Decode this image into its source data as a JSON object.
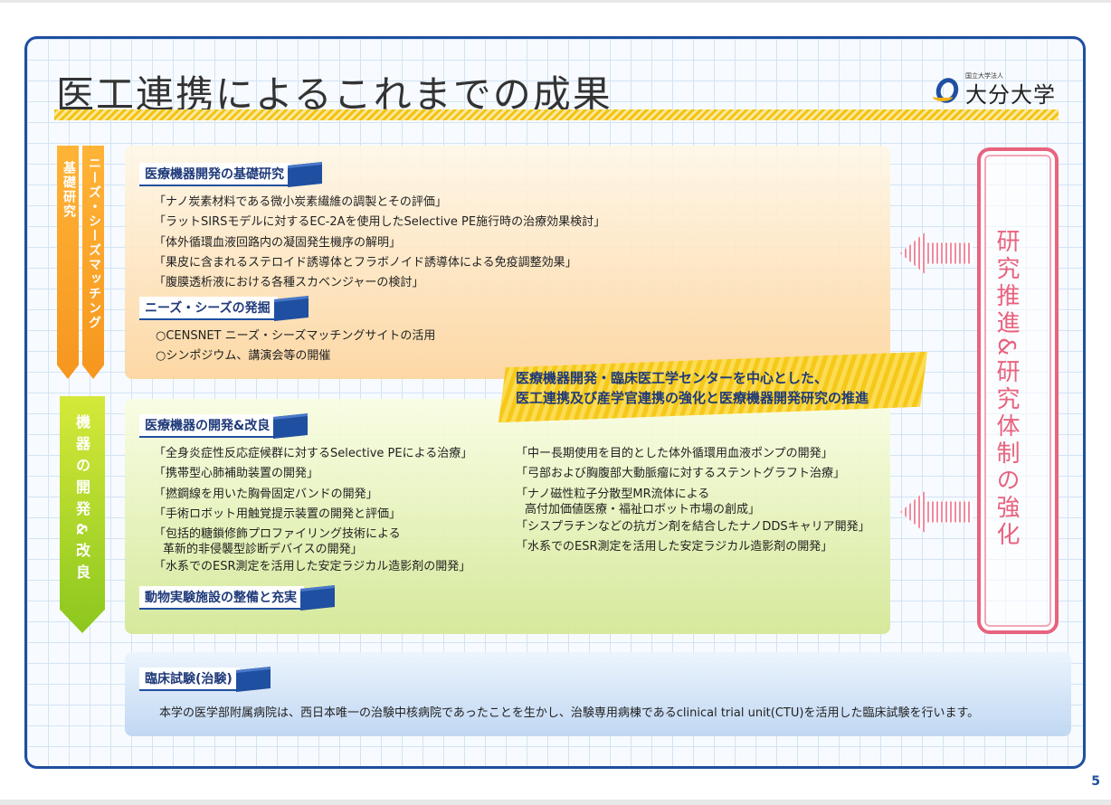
{
  "title": "医工連携によるこれまでの成果",
  "logo": {
    "small_text": "国立大学法人",
    "name": "大分大学"
  },
  "side_labels": {
    "kiso": "基礎研究",
    "needs": "ニーズ・シーズマッチング",
    "kiki": "機器の開発&改良"
  },
  "sections": {
    "basic": {
      "header": "医療機器開発の基礎研究",
      "items": [
        "「ナノ炭素材料である微小炭素繊維の調製とその評価」",
        "「ラットSIRSモデルに対するEC-2Aを使用したSelective PE施行時の治療効果検討」",
        "「体外循環血液回路内の凝固発生機序の解明」",
        "「果皮に含まれるステロイド誘導体とフラボノイド誘導体による免疫調整効果」",
        "「腹膜透析液における各種スカベンジャーの検討」"
      ]
    },
    "needs": {
      "header": "ニーズ・シーズの発掘",
      "items": [
        "○CENSNET ニーズ・シーズマッチングサイトの活用",
        "○シンポジウム、講演会等の開催"
      ]
    },
    "dev": {
      "header": "医療機器の開発&改良",
      "left_items": [
        "「全身炎症性反応症候群に対するSelective PEによる治療」",
        "「携帯型心肺補助装置の開発」",
        "「撚鋼線を用いた胸骨固定バンドの開発」",
        "「手術ロボット用触覚提示装置の開発と評価」",
        "「包括的糖鎖修飾プロファイリング技術による",
        "革新的非侵襲型診断デバイスの開発」",
        "「水系でのESR測定を活用した安定ラジカル造影剤の開発」"
      ],
      "right_items": [
        "「中ー長期使用を目的とした体外循環用血液ポンプの開発」",
        "「弓部および胸腹部大動脈瘤に対するステントグラフト治療」",
        "「ナノ磁性粒子分散型MR流体による",
        "高付加価値医療・福祉ロボット市場の創成」",
        "「シスプラチンなどの抗ガン剤を結合したナノDDSキャリア開発」",
        "「水系でのESR測定を活用した安定ラジカル造影剤の開発」"
      ]
    },
    "animal": {
      "header": "動物実験施設の整備と充実"
    },
    "clinical": {
      "header": "臨床試験(治験)",
      "text": "本学の医学部附属病院は、西日本唯一の治験中核病院であったことを生かし、治験専用病棟であるclinical trial unit(CTU)を活用した臨床試験を行います。"
    }
  },
  "highlight": {
    "line1": "医療機器開発・臨床医工学センターを中心とした、",
    "line2": "医工連携及び産学官連携の強化と医療機器開発研究の推進"
  },
  "strengthen": "研究推進&研究体制の強化",
  "page_number": "5",
  "colors": {
    "brand_blue": "#1f4fa0",
    "orange": "#f6961e",
    "green": "#8cc71e",
    "pink": "#e8637f",
    "yellow": "#f6c81a"
  }
}
